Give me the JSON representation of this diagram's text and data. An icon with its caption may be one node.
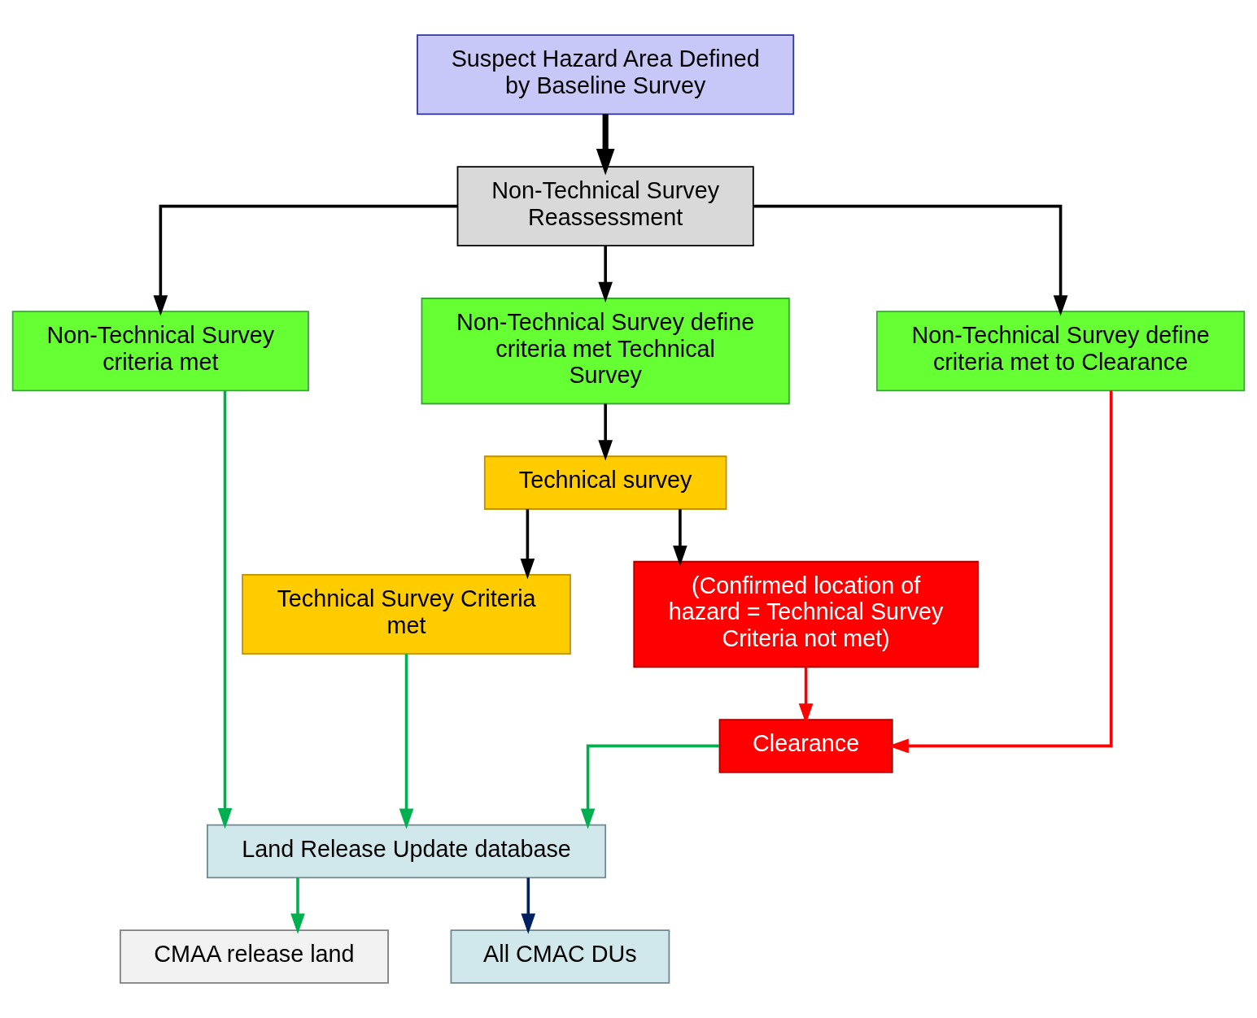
{
  "diagram": {
    "nodes": [
      {
        "text": [
          "Suspect Hazard Area Defined by Baseline Survey"
        ]
      },
      {
        "text": [
          "Non-Technical Survey Reassessment"
        ]
      },
      {
        "text": [
          "Non-Technical Survey criteria met"
        ]
      },
      {
        "text": [
          "Non-Technical Survey define criteria met Technical Survey"
        ]
      },
      {
        "text": [
          "Non-Technical Survey define criteria met to Clearance"
        ]
      },
      {
        "text": [
          "Technical survey"
        ]
      },
      {
        "text": [
          "Technical Survey Criteria met"
        ]
      },
      {
        "text": [
          "(Confirmed location of hazard = Technical Survey Criteria not met)"
        ]
      },
      {
        "text": [
          "Clearance"
        ]
      },
      {
        "text": [
          "Land Release Update database"
        ]
      },
      {
        "text": [
          "CMAA release land"
        ]
      },
      {
        "text": [
          "All CMAC DUs"
        ]
      }
    ],
    "edges": [
      {
        "from": 0,
        "to": 1,
        "arrow": "to",
        "style": "thick"
      },
      {
        "from": 1,
        "to": 2,
        "arrow": "to"
      },
      {
        "from": 1,
        "to": 3,
        "arrow": "to"
      },
      {
        "from": 1,
        "to": 4,
        "arrow": "to"
      },
      {
        "from": 3,
        "to": 5,
        "arrow": "to"
      },
      {
        "from": 5,
        "to": 6,
        "arrow": "to"
      },
      {
        "from": 5,
        "to": 7,
        "arrow": "to"
      },
      {
        "from": 7,
        "to": 8,
        "arrow": "to",
        "color": "#ff0000"
      },
      {
        "from": 4,
        "to": 8,
        "arrow": "to",
        "color": "#ff0000"
      },
      {
        "from": 2,
        "to": 9,
        "arrow": "to",
        "color": "#00b050"
      },
      {
        "from": 6,
        "to": 9,
        "arrow": "to",
        "color": "#00b050"
      },
      {
        "from": 8,
        "to": 9,
        "arrow": "to",
        "color": "#00b050"
      },
      {
        "from": 9,
        "to": 10,
        "arrow": "to",
        "color": "#00b050"
      },
      {
        "from": 9,
        "to": 11,
        "arrow": "to",
        "color": "#002060"
      }
    ]
  }
}
